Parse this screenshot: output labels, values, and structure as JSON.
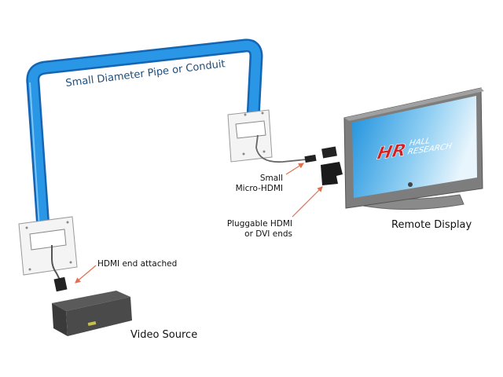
{
  "labels": {
    "pipe": "Small Diameter Pipe or Conduit",
    "small_micro_hdmi_line1": "Small",
    "small_micro_hdmi_line2": "Micro-HDMI",
    "pluggable_line1": "Pluggable HDMI",
    "pluggable_line2": "or DVI ends",
    "remote_display": "Remote Display",
    "hdmi_end_attached": "HDMI end attached",
    "video_source": "Video Source"
  },
  "logo": {
    "mark": "HR",
    "line1": "HALL",
    "line2": "RESEARCH"
  },
  "colors": {
    "pipe": "#1f8fe0",
    "pipe_dark": "#1565b5",
    "arrow": "#e07050",
    "logo_red": "#d42020",
    "screen": "#3fa6e6"
  }
}
